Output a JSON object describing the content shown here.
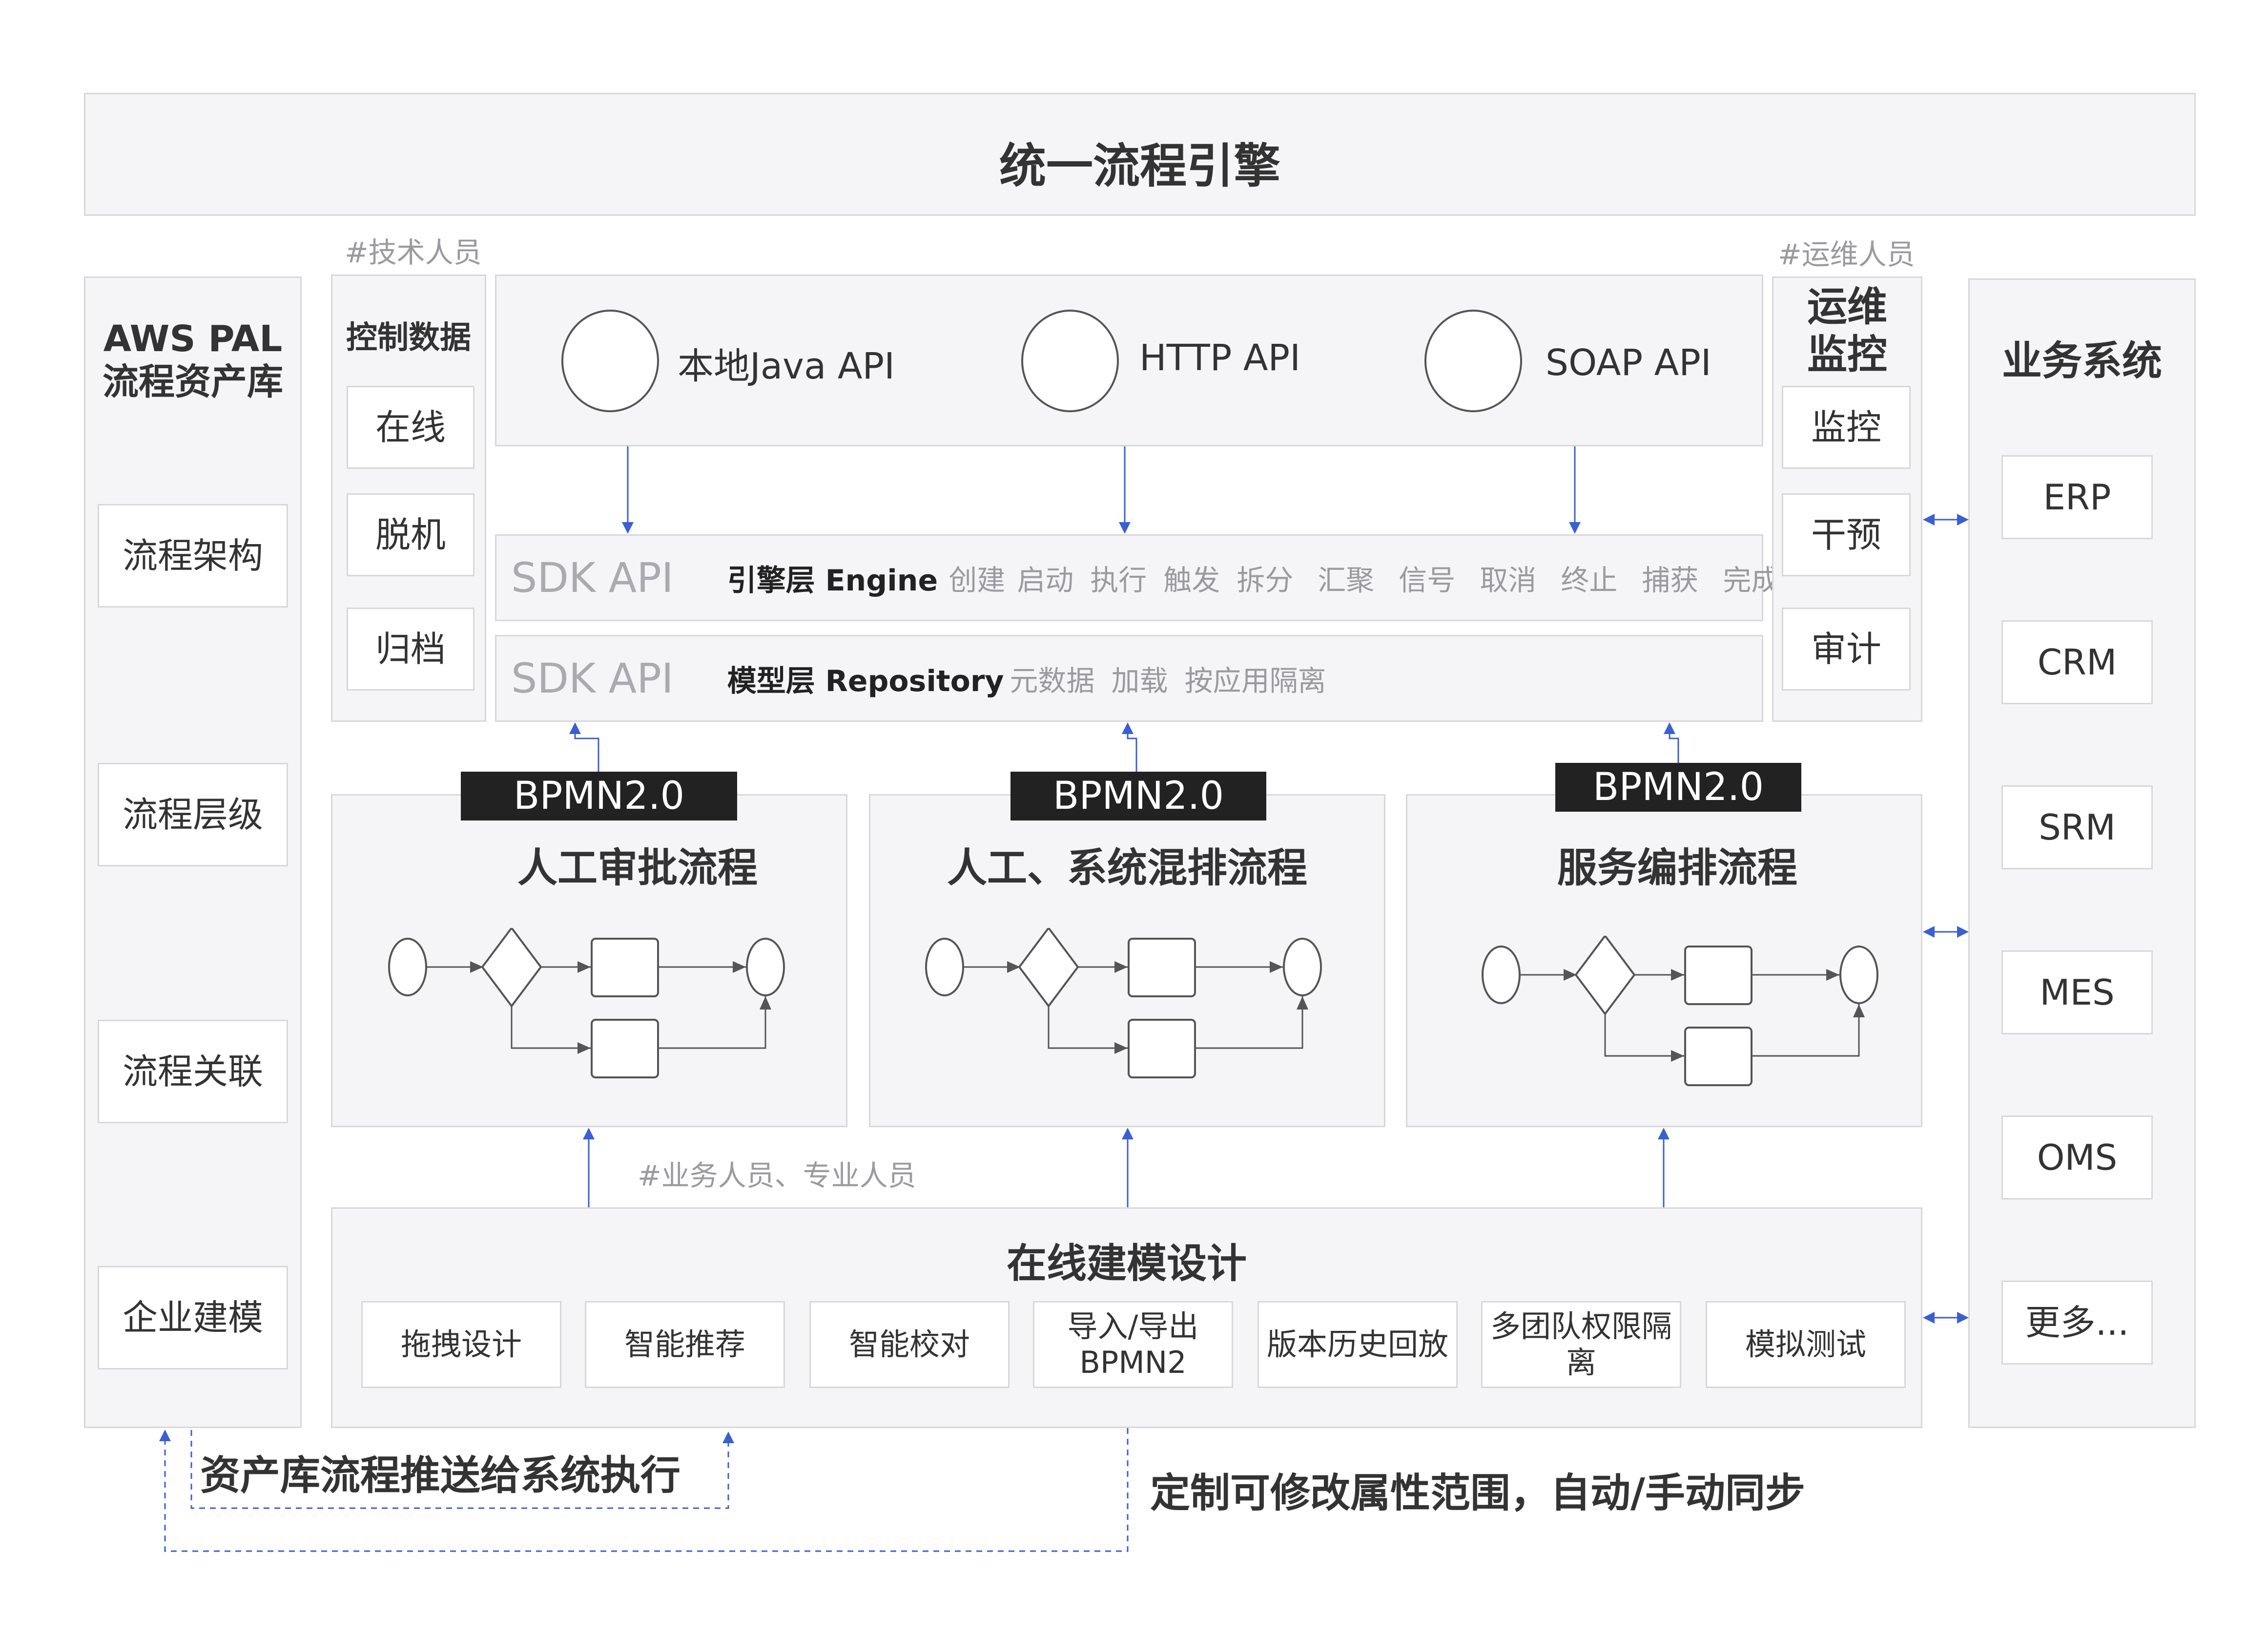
{
  "header": {
    "title": "统一流程引擎"
  },
  "tech_note": "#技术人员",
  "ops_note": "#运维人员",
  "business_note": "#业务人员、专业人员",
  "asset_library": {
    "title_line1": "AWS PAL",
    "title_line2": "流程资产库",
    "items": [
      "流程架构",
      "流程层级",
      "流程关联",
      "企业建模"
    ]
  },
  "control_data": {
    "title": "控制数据",
    "items": [
      "在线",
      "脱机",
      "归档"
    ]
  },
  "apis": [
    {
      "label": "本地Java API"
    },
    {
      "label": "HTTP API"
    },
    {
      "label": "SOAP API"
    }
  ],
  "engine_layer": {
    "sdk_label": "SDK API",
    "layer_name": "引擎层 Engine",
    "operations": [
      "创建",
      "启动",
      "执行",
      "触发",
      "拆分",
      "汇聚",
      "信号",
      "取消",
      "终止",
      "捕获",
      "完成"
    ]
  },
  "repository_layer": {
    "sdk_label": "SDK API",
    "layer_name": "模型层 Repository",
    "operations": [
      "元数据",
      "加载",
      "按应用隔离"
    ]
  },
  "ops_monitor": {
    "title_line1": "运维",
    "title_line2": "监控",
    "items": [
      "监控",
      "干预",
      "审计"
    ]
  },
  "business_systems": {
    "title": "业务系统",
    "items": [
      "ERP",
      "CRM",
      "SRM",
      "MES",
      "OMS",
      "更多..."
    ]
  },
  "process_types": [
    {
      "badge": "BPMN2.0",
      "title": "人工审批流程"
    },
    {
      "badge": "BPMN2.0",
      "title": "人工、系统混排流程"
    },
    {
      "badge": "BPMN2.0",
      "title": "服务编排流程"
    }
  ],
  "online_modeling": {
    "title": "在线建模设计",
    "features": [
      "拖拽设计",
      "智能推荐",
      "智能校对",
      "导入/导出\nBPMN2",
      "版本历史回放",
      "多团队权限隔\n离",
      "模拟测试"
    ]
  },
  "bottom_notes": {
    "push_note": "资产库流程推送给系统执行",
    "sync_note": "定制可修改属性范围，自动/手动同步"
  },
  "colors": {
    "panel_bg": "#f5f5f7",
    "panel_border": "#d8d8dc",
    "badge_bg": "#222222",
    "connector": "#3a5fd0",
    "muted_text": "#9a9aa0"
  }
}
